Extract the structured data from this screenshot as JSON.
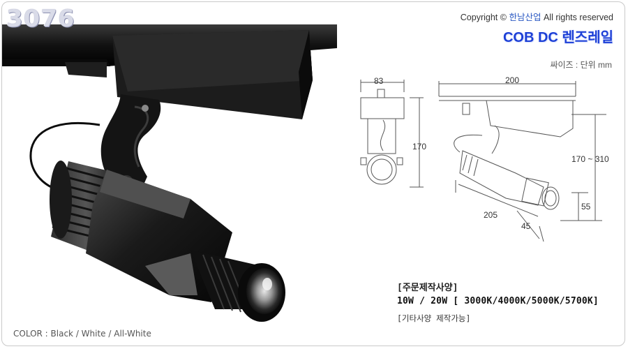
{
  "product": {
    "code": "3076",
    "copyright_prefix": "Copyright ©",
    "copyright_brand": "한남산업",
    "copyright_suffix": "All rights reserved",
    "title": "COB DC 렌즈레일",
    "size_note": "싸이즈 : 단위 mm",
    "color_options": "COLOR : Black  / White / All-White"
  },
  "dimensions": {
    "front_width": "83",
    "front_height": "170",
    "side_rail_length": "200",
    "side_height_range": "170 ~ 310",
    "side_drop": "55",
    "side_body_length": "205",
    "side_lens_length": "45"
  },
  "order": {
    "heading": "[주문제작사양]",
    "spec": "10W / 20W  [ 3000K/4000K/5000K/5700K]",
    "custom": "[기타사양 제작가능]"
  },
  "colors": {
    "title": "#1c3fd6",
    "brand": "#2b59c3",
    "fixture": "#141414"
  }
}
